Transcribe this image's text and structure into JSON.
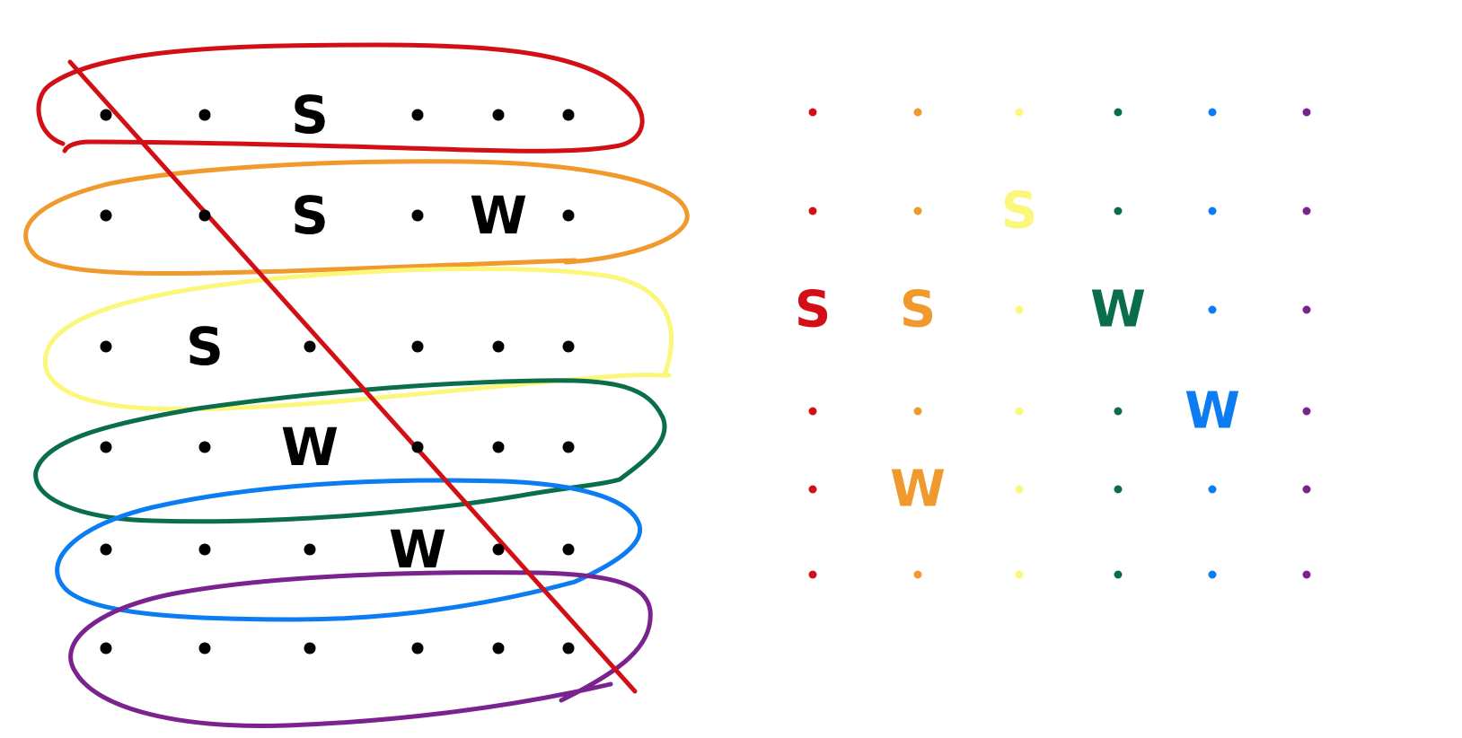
{
  "colors": {
    "red": "#d10f14",
    "orange": "#f09a2e",
    "yellow": "#fbf77a",
    "green": "#0a6e4a",
    "blue": "#0c7cf2",
    "purple": "#7a238f",
    "ink": "#000000"
  },
  "left_grid": {
    "rows": [
      {
        "color": "red",
        "cells": [
          ".",
          ".",
          "S",
          ".",
          ".",
          "."
        ]
      },
      {
        "color": "orange",
        "cells": [
          ".",
          ".",
          "S",
          ".",
          "W",
          "."
        ]
      },
      {
        "color": "yellow",
        "cells": [
          ".",
          "S",
          ".",
          ".",
          ".",
          "."
        ]
      },
      {
        "color": "green",
        "cells": [
          ".",
          ".",
          "W",
          ".",
          ".",
          "."
        ]
      },
      {
        "color": "blue",
        "cells": [
          ".",
          ".",
          ".",
          "W",
          ".",
          "."
        ]
      },
      {
        "color": "purple",
        "cells": [
          ".",
          ".",
          ".",
          ".",
          ".",
          "."
        ]
      }
    ],
    "strike_color": "red"
  },
  "right_grid": {
    "columns": [
      {
        "color": "red",
        "cells": [
          ".",
          ".",
          "S",
          ".",
          ".",
          "."
        ]
      },
      {
        "color": "orange",
        "cells": [
          ".",
          ".",
          "S",
          ".",
          "W",
          "."
        ]
      },
      {
        "color": "yellow",
        "cells": [
          ".",
          "S",
          ".",
          ".",
          ".",
          "."
        ]
      },
      {
        "color": "green",
        "cells": [
          ".",
          ".",
          "W",
          ".",
          ".",
          "."
        ]
      },
      {
        "color": "blue",
        "cells": [
          ".",
          ".",
          ".",
          "W",
          ".",
          "."
        ]
      },
      {
        "color": "purple",
        "cells": [
          ".",
          ".",
          ".",
          ".",
          ".",
          "."
        ]
      }
    ]
  }
}
